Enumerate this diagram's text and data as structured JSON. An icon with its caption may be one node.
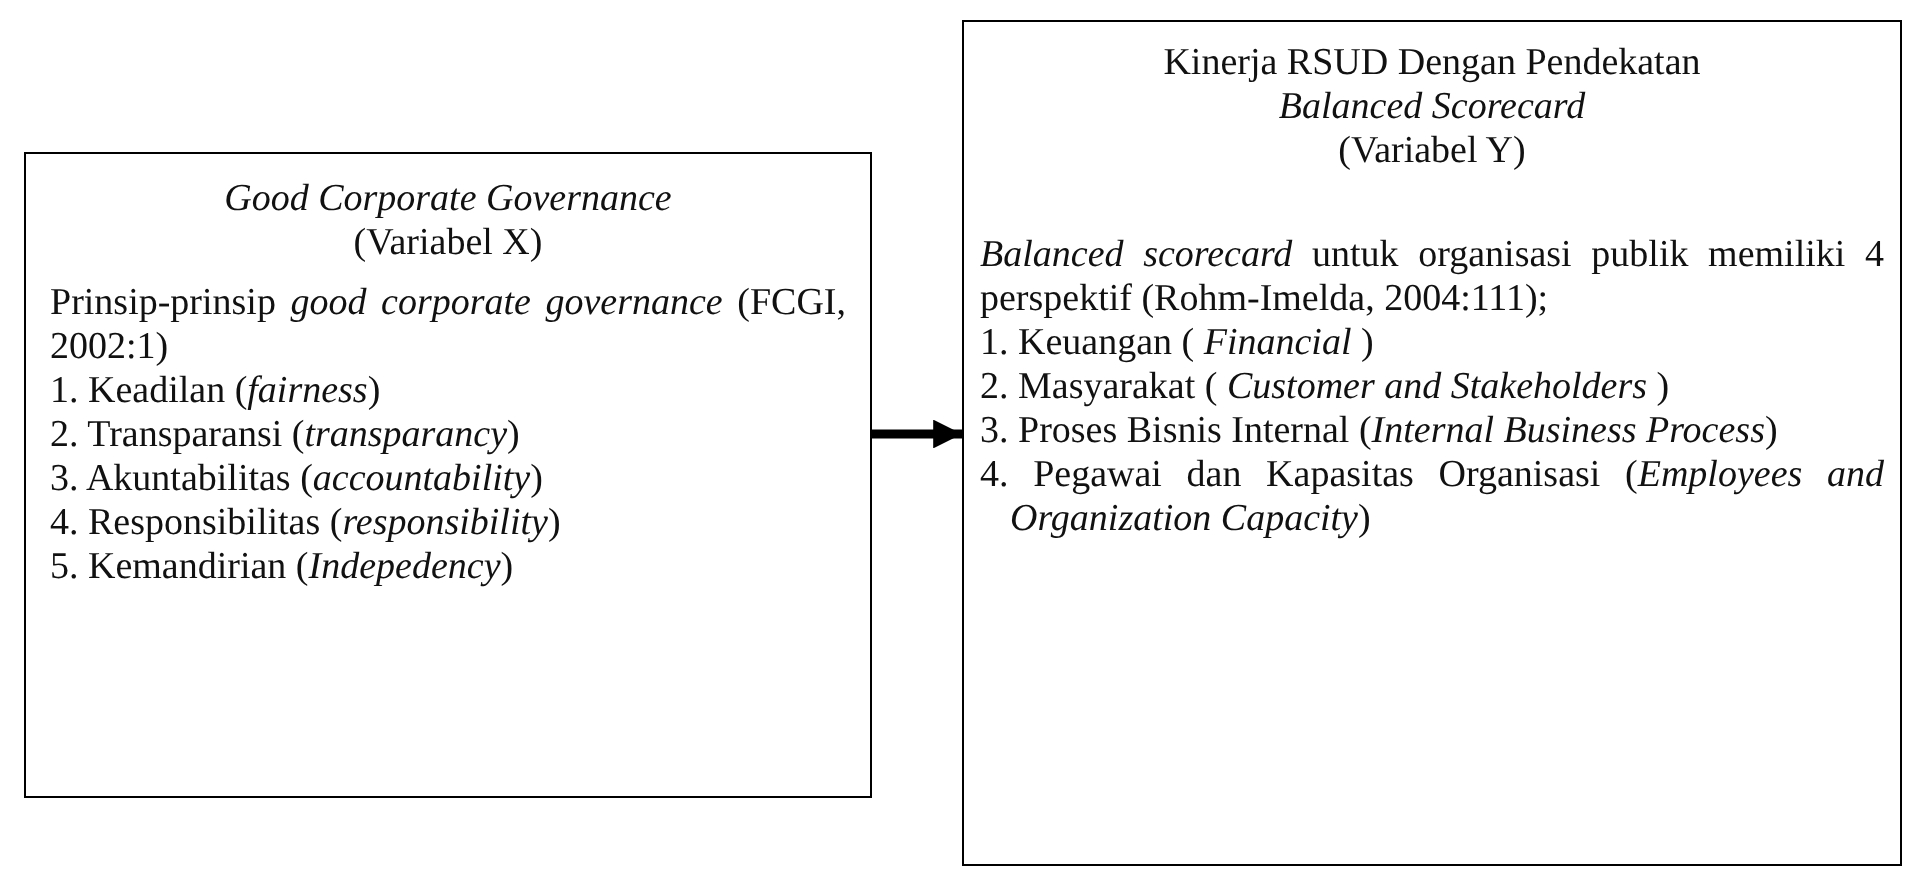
{
  "diagram": {
    "nodes": [
      {
        "text": [
          "*Good Corporate Governance*",
          "(Variabel X)",
          "Prinsip-prinsip *good corporate governance* (FCGI, 2002:1)",
          "1. Keadilan (*fairness*)",
          "2. Transparansi (*transparancy*)",
          "3. Akuntabilitas (*accountability*)",
          "4. Responsibilitas (*responsibility*)",
          "5. Kemandirian (*Indepedency*)"
        ]
      },
      {
        "text": [
          "Kinerja RSUD Dengan Pendekatan",
          "*Balanced Scorecard*",
          "(Variabel Y)",
          "*Balanced scorecard* untuk organisasi publik memiliki 4 perspektif (Rohm-Imelda, 2004:111);",
          "1. Keuangan ( *Financial* )",
          "2. Masyarakat ( *Customer and Stakeholders* )",
          "3. Proses Bisnis Internal (*Internal Business Process*)",
          "4. Pegawai dan Kapasitas Organisasi (*Employees and Organization Capacity*)"
        ]
      }
    ],
    "edges": [
      {
        "from": 0,
        "to": 1,
        "arrow": "to"
      }
    ]
  }
}
